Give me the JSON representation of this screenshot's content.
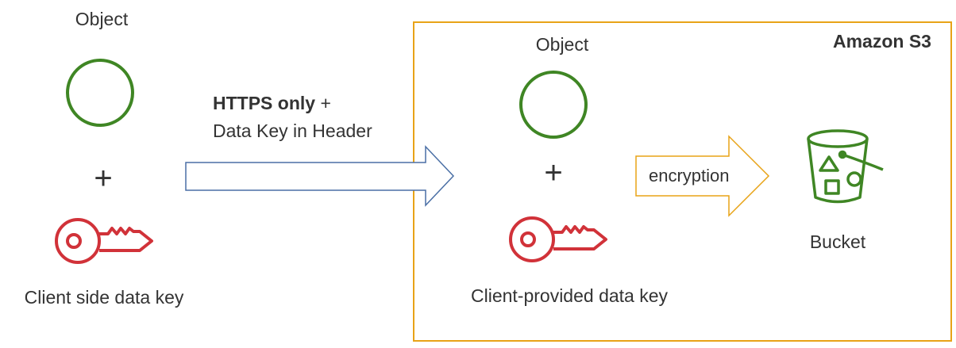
{
  "left": {
    "object_label": "Object",
    "plus": "+",
    "key_label": "Client side data key"
  },
  "transfer": {
    "line1_bold": "HTTPS only",
    "line1_rest": " +",
    "line2": "Data Key in Header"
  },
  "s3": {
    "title": "Amazon S3",
    "object_label": "Object",
    "plus": "+",
    "key_label": "Client-provided data key",
    "encryption_label": "encryption",
    "bucket_label": "Bucket"
  },
  "colors": {
    "object_green": "#3f8624",
    "key_red": "#d13239",
    "arrow_blue": "#4a6fa5",
    "s3_orange": "#e8a317",
    "text": "#333333"
  }
}
